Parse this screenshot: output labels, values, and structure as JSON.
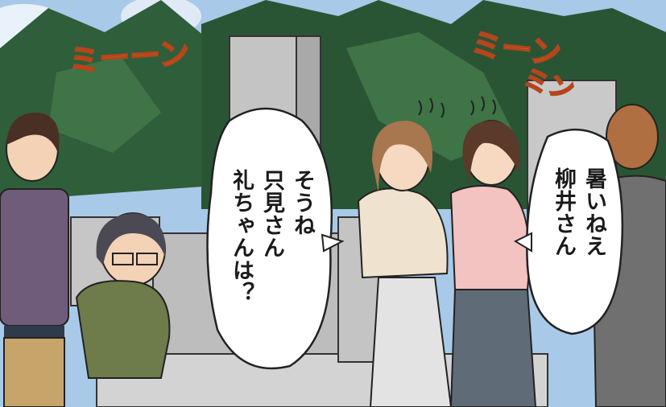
{
  "panel": {
    "sfx": {
      "cicada_left": "ミーーン",
      "cicada_right_1": "ミーン",
      "cicada_right_2": "ミン"
    },
    "speech_left": {
      "line1": "そうね",
      "line2": "只見さん",
      "line3": "礼ちゃんは？"
    },
    "speech_right": {
      "line1": "暑いねえ",
      "line2": "柳井さん"
    },
    "colors": {
      "sky": "#a9c9e8",
      "tree": "#2f5e3a",
      "stone": "#c9c9c9",
      "sfx_fill": "#f29a3a",
      "sfx_stroke": "#b5451b"
    }
  }
}
